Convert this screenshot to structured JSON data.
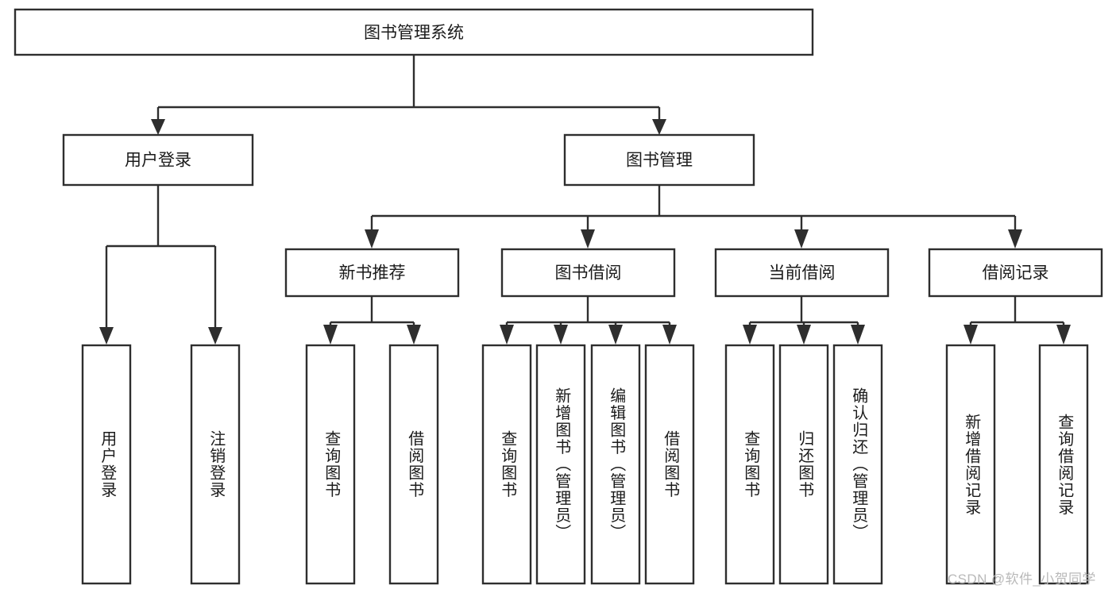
{
  "diagram": {
    "type": "tree-hierarchy",
    "title": "图书管理系统",
    "watermark": "CSDN @软件_小贺同学",
    "colors": {
      "stroke": "#2e2e2e",
      "fill": "#ffffff",
      "text": "#1b1b1b",
      "watermark": "#b9b9b9",
      "background": "#ffffff"
    },
    "nodes": {
      "root": {
        "label": "图书管理系统",
        "orientation": "horizontal"
      },
      "level2": [
        {
          "id": "user-login",
          "label": "用户登录",
          "orientation": "horizontal"
        },
        {
          "id": "book-management",
          "label": "图书管理",
          "orientation": "horizontal"
        }
      ],
      "level3": [
        {
          "id": "new-book-recommend",
          "label": "新书推荐",
          "orientation": "horizontal"
        },
        {
          "id": "book-borrow",
          "label": "图书借阅",
          "orientation": "horizontal"
        },
        {
          "id": "current-borrow",
          "label": "当前借阅",
          "orientation": "horizontal"
        },
        {
          "id": "borrow-record",
          "label": "借阅记录",
          "orientation": "horizontal"
        }
      ],
      "leaves": [
        {
          "id": "leaf-user-login",
          "label": "用户登录",
          "parent": "user-login",
          "orientation": "vertical"
        },
        {
          "id": "leaf-user-logout",
          "label": "注销登录",
          "parent": "user-login",
          "orientation": "vertical"
        },
        {
          "id": "leaf-query-book-1",
          "label": "查询图书",
          "parent": "new-book-recommend",
          "orientation": "vertical"
        },
        {
          "id": "leaf-borrow-book-1",
          "label": "借阅图书",
          "parent": "new-book-recommend",
          "orientation": "vertical"
        },
        {
          "id": "leaf-query-book-2",
          "label": "查询图书",
          "parent": "book-borrow",
          "orientation": "vertical"
        },
        {
          "id": "leaf-add-book",
          "label": "新增图书（管理员）",
          "parent": "book-borrow",
          "orientation": "vertical"
        },
        {
          "id": "leaf-edit-book",
          "label": "编辑图书（管理员）",
          "parent": "book-borrow",
          "orientation": "vertical"
        },
        {
          "id": "leaf-borrow-book-2",
          "label": "借阅图书",
          "parent": "book-borrow",
          "orientation": "vertical"
        },
        {
          "id": "leaf-query-book-3",
          "label": "查询图书",
          "parent": "current-borrow",
          "orientation": "vertical"
        },
        {
          "id": "leaf-return-book",
          "label": "归还图书",
          "parent": "current-borrow",
          "orientation": "vertical"
        },
        {
          "id": "leaf-confirm-return",
          "label": "确认归还（管理员）",
          "parent": "current-borrow",
          "orientation": "vertical"
        },
        {
          "id": "leaf-add-record",
          "label": "新增借阅记录",
          "parent": "borrow-record",
          "orientation": "vertical"
        },
        {
          "id": "leaf-query-record",
          "label": "查询借阅记录",
          "parent": "borrow-record",
          "orientation": "vertical"
        }
      ]
    }
  }
}
